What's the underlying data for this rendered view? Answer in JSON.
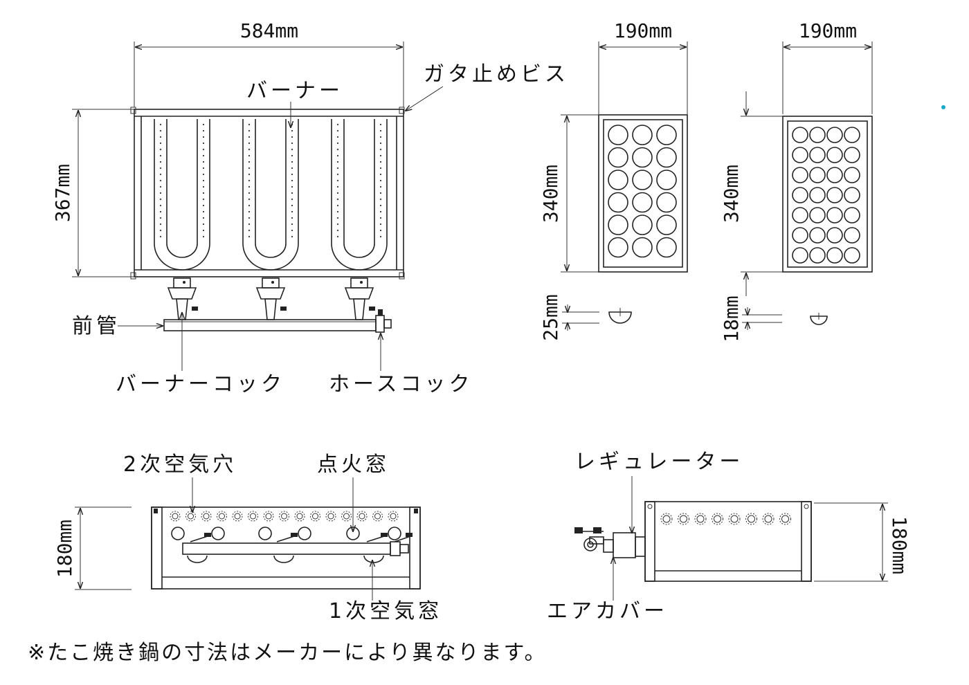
{
  "dimensions": {
    "top_width": "584mm",
    "top_height": "367mm",
    "pan_a_width": "190mm",
    "pan_a_height": "340mm",
    "pan_a_depth": "25mm",
    "pan_b_width": "190mm",
    "pan_b_height": "340mm",
    "pan_b_depth": "18mm",
    "front_height": "180mm",
    "side_height": "180mm"
  },
  "labels": {
    "stop_screw": "ガタ止めビス",
    "burner": "バーナー",
    "front_pipe": "前管",
    "burner_cock": "バーナーコック",
    "hose_cock": "ホースコック",
    "secondary_air_hole": "2次空気穴",
    "ignition_window": "点火窓",
    "primary_air_window": "1次空気窓",
    "regulator": "レギュレーター",
    "air_cover": "エアカバー"
  },
  "note": "※たこ焼き鍋の寸法はメーカーにより異なります。",
  "pans": {
    "pan_a": {
      "columns": 3,
      "rows": 6
    },
    "pan_b": {
      "columns": 4,
      "rows": 7
    }
  },
  "burners": {
    "count": 3
  },
  "front_view": {
    "secondary_air_holes": 15
  },
  "side_view": {
    "secondary_air_holes": 8
  },
  "colors": {
    "line": "#222222",
    "accent_dot": "#1aa8c8"
  }
}
